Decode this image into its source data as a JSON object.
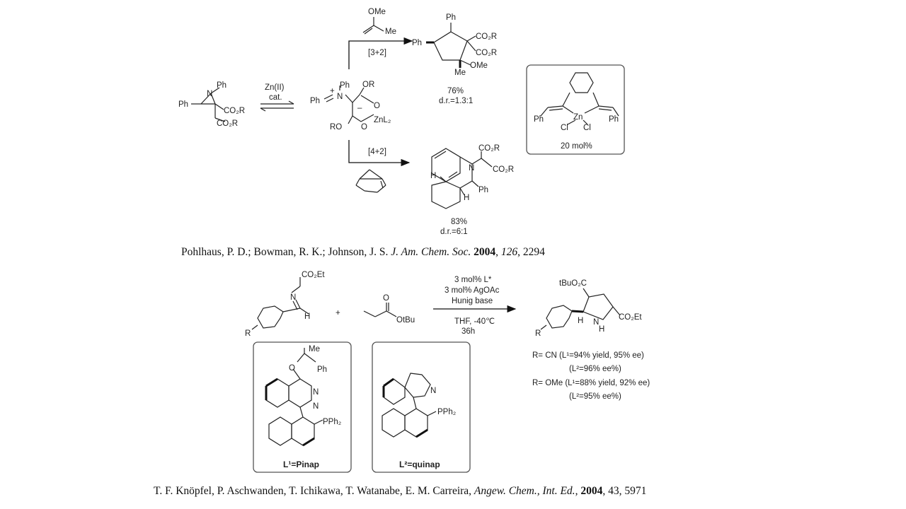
{
  "top": {
    "aziridine": {
      "n": "N",
      "ph_n": "Ph",
      "ph_c": "Ph",
      "co2r_1": "CO₂R",
      "co2r_2": "CO₂R"
    },
    "catalyst_arrow": {
      "line1": "Zn(II)",
      "line2": "cat."
    },
    "ylide": {
      "ph": "Ph",
      "plus": "+",
      "n": "N",
      "ph_n": "Ph",
      "or_top": "OR",
      "minus": "–",
      "o_top": "O",
      "znl2": "ZnL₂",
      "ro_bottom": "RO",
      "o_bottom": "O"
    },
    "reagent_3_2": {
      "ome": "OMe",
      "me": "Me"
    },
    "label_3_2": "[3+2]",
    "product_3_2": {
      "ph_top": "Ph",
      "ph_left": "Ph",
      "co2r_1": "CO₂R",
      "co2r_2": "CO₂R",
      "me": "Me",
      "ome": "OMe",
      "yield": "76%",
      "dr": "d.r.=1.3:1"
    },
    "label_4_2": "[4+2]",
    "product_4_2": {
      "n": "N",
      "co2r_1": "CO₂R",
      "co2r_2": "CO₂R",
      "h_left": "H",
      "h_right": "H",
      "ph": "Ph",
      "yield": "83%",
      "dr": "d.r.=6:1"
    },
    "catalyst_box": {
      "zn": "Zn",
      "ph_left": "Ph",
      "ph_right": "Ph",
      "cl_left": "Cl",
      "cl_right": "Cl",
      "loading": "20 mol%"
    },
    "reference": {
      "authors": "Pohlhaus, P. D.; Bowman, R. K.; Johnson, J. S. ",
      "journal": "J. Am. Chem. Soc.",
      "year": "2004",
      "volume": "126",
      "pages": ", 2294"
    }
  },
  "bottom": {
    "imine": {
      "co2et": "CO₂Et",
      "n": "N",
      "h": "H",
      "r": "R"
    },
    "plus": "+",
    "ester": {
      "o": "O",
      "otbu": "OtBu"
    },
    "conditions": {
      "line1": "3 mol% L*",
      "line2": "3 mol% AgOAc",
      "line3": "Hunig base",
      "line4": "THF, -40℃",
      "line5": "36h"
    },
    "product": {
      "tbuo2c": "tBuO₂C",
      "h": "H",
      "nh": "H",
      "n": "N",
      "co2et": "CO₂Et",
      "r": "R"
    },
    "results": {
      "line1": "R= CN   (L¹=94% yield, 95% ee)",
      "line2": "(L²=96% ee%)",
      "line3": "R= OMe (L¹=88% yield, 92% ee)",
      "line4": "(L²=95% ee%)"
    },
    "ligand1": {
      "me": "Me",
      "o": "O",
      "ph": "Ph",
      "n1": "N",
      "n2": "N",
      "pph2": "PPh₂",
      "label": "L¹=Pinap"
    },
    "ligand2": {
      "n": "N",
      "pph2": "PPh₂",
      "label": "L²=quinap"
    },
    "reference": {
      "authors": "T. F. Knöpfel, P. Aschwanden, T. Ichikawa, T. Watanabe, E. M. Carreira, ",
      "journal": "Angew. Chem., Int. Ed.",
      "sep": ", ",
      "year": "2004",
      "rest": ", 43, 5971"
    }
  }
}
